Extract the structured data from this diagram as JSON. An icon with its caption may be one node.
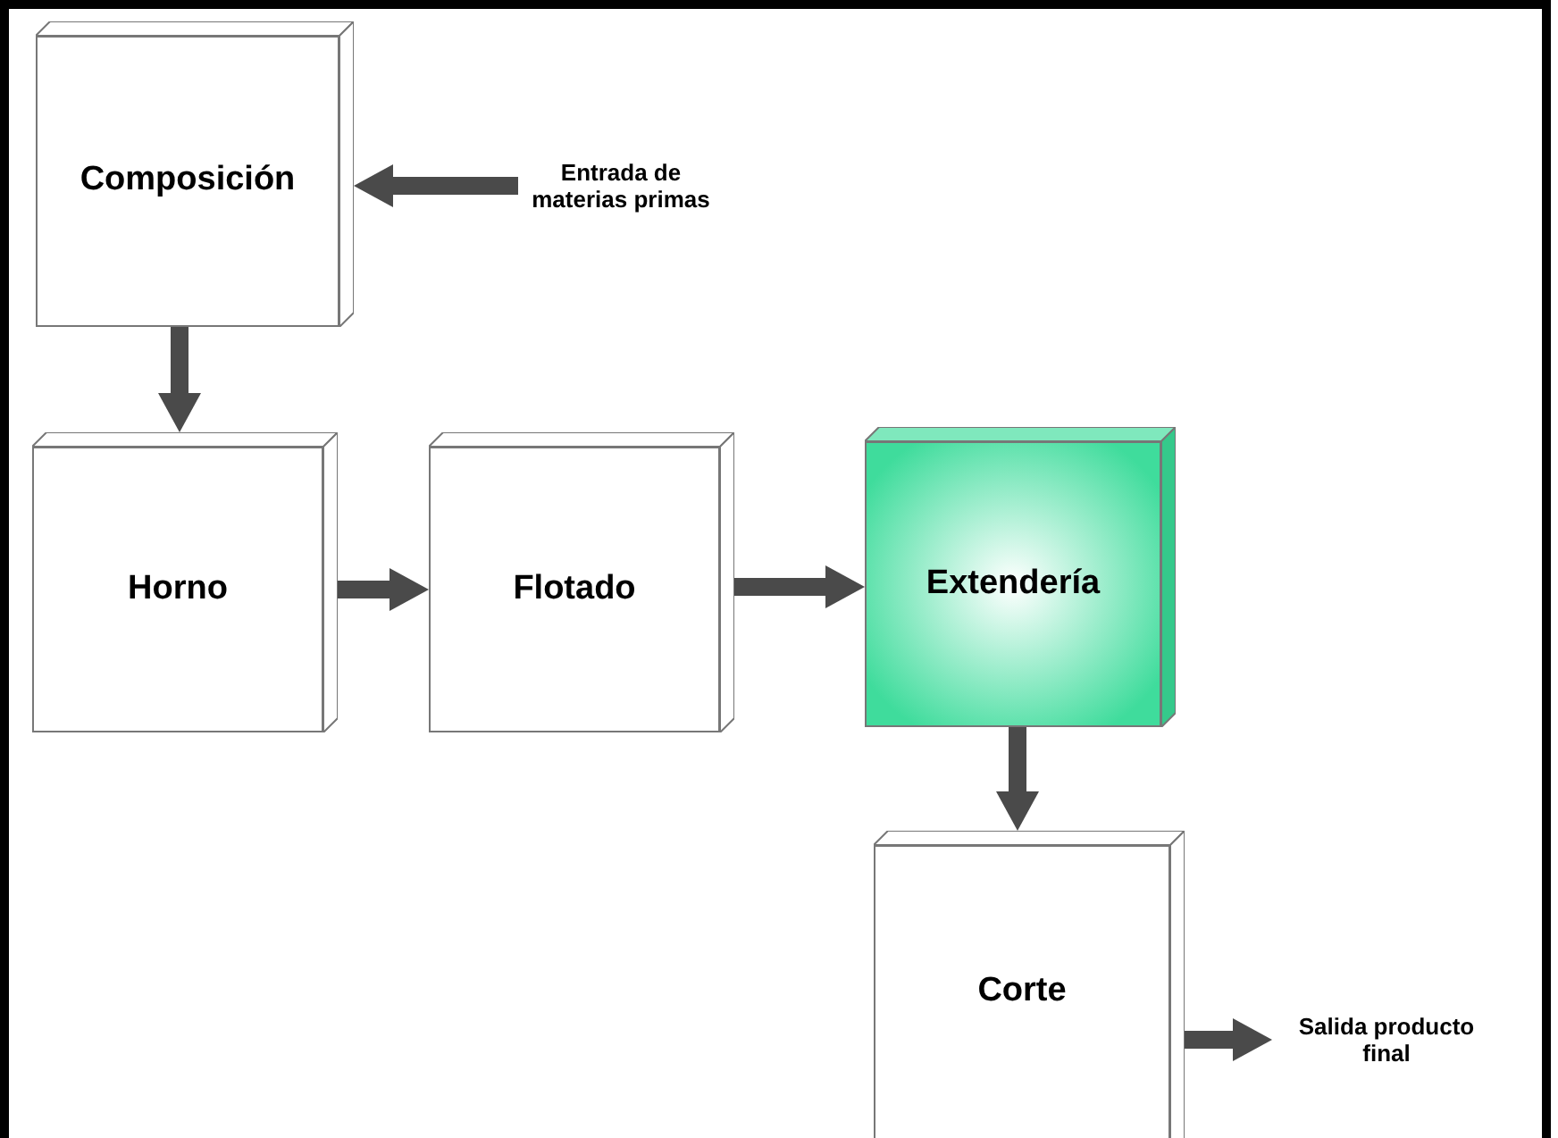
{
  "diagram": {
    "nodes": [
      {
        "text": [
          "Composición"
        ]
      },
      {
        "text": [
          "Entrada de materias primas"
        ]
      },
      {
        "text": [
          "Horno"
        ]
      },
      {
        "text": [
          "Flotado"
        ]
      },
      {
        "text": [
          "Extendería"
        ]
      },
      {
        "text": [
          "Corte"
        ]
      },
      {
        "text": [
          "Salida producto final"
        ]
      }
    ],
    "edges": [
      {
        "from": 1,
        "to": 0,
        "arrow": "to"
      },
      {
        "from": 0,
        "to": 2,
        "arrow": "to"
      },
      {
        "from": 2,
        "to": 3,
        "arrow": "to"
      },
      {
        "from": 3,
        "to": 4,
        "arrow": "to"
      },
      {
        "from": 4,
        "to": 5,
        "arrow": "to"
      },
      {
        "from": 5,
        "to": 6,
        "arrow": "to"
      }
    ]
  }
}
